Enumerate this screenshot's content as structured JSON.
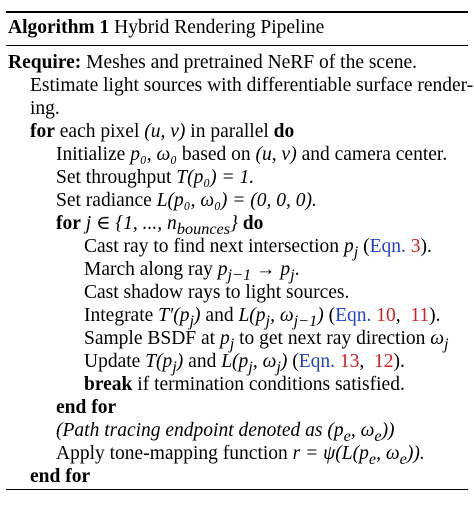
{
  "algorithm": {
    "label": "Algorithm 1",
    "title": "Hybrid Rendering Pipeline"
  },
  "lines": {
    "require_kw": "Require:",
    "require_text": "Meshes and pretrained NeRF of the scene.",
    "estimate_1": "Estimate light sources with differentiable surface render-",
    "estimate_2": "ing.",
    "for_kw": "for",
    "for_text_a": "each pixel",
    "for_math": "(u, v)",
    "for_text_b": "in parallel",
    "do_kw": "do",
    "init_text": "Initialize",
    "init_math": "p₀, ω₀",
    "init_text_b": "based on",
    "init_math_b": "(u, v)",
    "init_text_c": "and camera center.",
    "throughput_text": "Set throughput",
    "throughput_math": "T(p₀) = 1.",
    "radiance_text": "Set radiance",
    "radiance_math": "L(p₀, ω₀) = (0, 0, 0).",
    "inner_for_kw": "for",
    "inner_for_math": "j ∈ {1, ..., n",
    "inner_for_sub": "bounces",
    "inner_for_close": "}",
    "inner_do_kw": "do",
    "cast_text": "Cast ray to find next intersection",
    "cast_math": "p",
    "cast_sub": "j",
    "cast_ref_open": "(",
    "cast_ref": "Eqn.",
    "cast_num": "3",
    "cast_ref_close": ").",
    "march_text": "March along ray",
    "march_math": "p",
    "march_sub": "j−1",
    "march_arrow": "→ p",
    "march_sub2": "j",
    "march_end": ".",
    "shadow_text": "Cast shadow rays to light sources.",
    "integrate_text": "Integrate",
    "integrate_math_a": "T′(p",
    "integrate_sub_a": "j",
    "integrate_math_a_close": ")",
    "integrate_and": "and",
    "integrate_math_b": "L(p",
    "integrate_sub_b1": "j",
    "integrate_math_b_mid": ", ω",
    "integrate_sub_b2": "j−1",
    "integrate_math_b_close": ")",
    "integrate_ref_open": "(",
    "integrate_ref": "Eqn.",
    "integrate_num_1": "10",
    "integrate_sep": ",",
    "integrate_num_2": "11",
    "integrate_ref_close": ").",
    "bsdf_text": "Sample BSDF at",
    "bsdf_math": "p",
    "bsdf_sub": "j",
    "bsdf_text_b": "to get next ray direction",
    "bsdf_math_b": "ω",
    "bsdf_sub_b": "j",
    "update_text": "Update",
    "update_math_a": "T(p",
    "update_sub_a": "j",
    "update_math_a_close": ")",
    "update_and": "and",
    "update_math_b": "L(p",
    "update_sub_b1": "j",
    "update_math_b_mid": ", ω",
    "update_sub_b2": "j",
    "update_math_b_close": ")",
    "update_ref_open": "(",
    "update_ref": "Eqn.",
    "update_num_1": "13",
    "update_sep": ",",
    "update_num_2": "12",
    "update_ref_close": ").",
    "break_kw": "break",
    "break_text": "if termination conditions satisfied.",
    "end_for_inner": "end for",
    "comment_text": "(Path tracing endpoint denoted as",
    "comment_math": "(p",
    "comment_sub1": "e",
    "comment_mid": ", ω",
    "comment_sub2": "e",
    "comment_close": "))",
    "tone_text": "Apply tone-mapping function",
    "tone_math": "r = ψ(L(p",
    "tone_sub1": "e",
    "tone_mid": ", ω",
    "tone_sub2": "e",
    "tone_close": ")).",
    "end_for_outer": "end for"
  }
}
